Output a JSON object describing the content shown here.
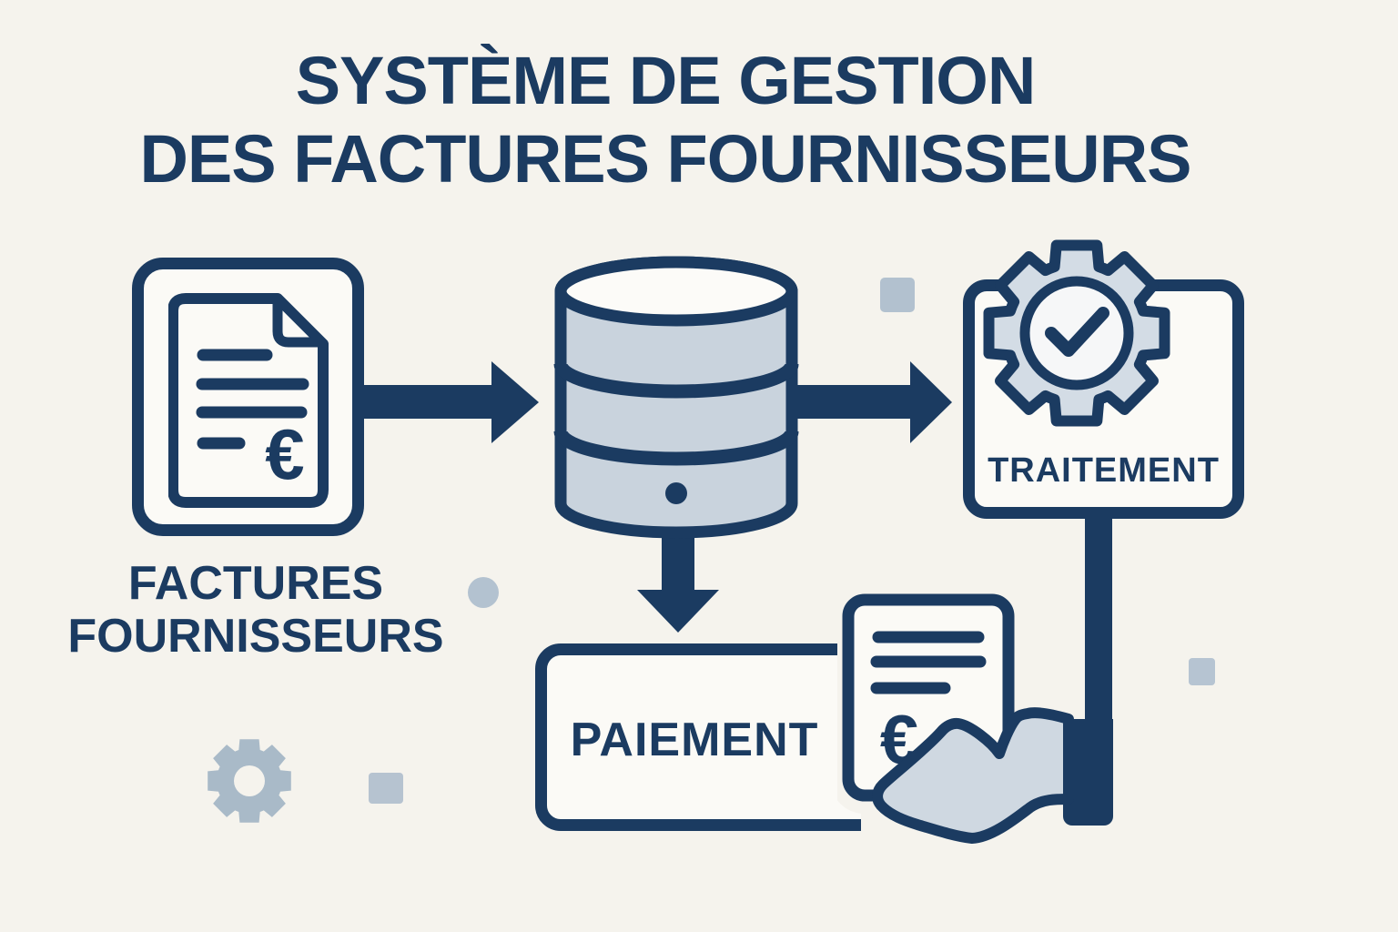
{
  "title": {
    "line1": "SYSTÈME DE GESTION",
    "line2": "DES FACTURES FOURNISSEURS"
  },
  "nodes": {
    "invoices": {
      "label_line1": "FACTURES",
      "label_line2": "FOURNISSEURS",
      "icon": "invoice-document-icon"
    },
    "database": {
      "icon": "database-icon"
    },
    "processing": {
      "label": "TRAITEMENT",
      "icon": "gear-checkmark-icon"
    },
    "payment": {
      "label": "PAIEMENT",
      "icon": "hand-giving-invoice-icon"
    }
  },
  "flow": [
    {
      "from": "factures-fournisseurs",
      "to": "base-de-donnees"
    },
    {
      "from": "base-de-donnees",
      "to": "traitement"
    },
    {
      "from": "base-de-donnees",
      "to": "paiement"
    },
    {
      "from": "traitement",
      "to": "remise-facture-en-main"
    }
  ],
  "glyphs": {
    "euro": "€"
  },
  "colors": {
    "navy": "#1b3b61",
    "database_fill": "#c9d3dd",
    "gear_fill": "#d3dce5",
    "hand_fill": "#cfd8e1",
    "decoration_gray": "#b2c1cf",
    "background": "#f5f3ed",
    "paper": "#fbfaf6"
  },
  "decorations": [
    "square-dot",
    "square-dot",
    "square-dot",
    "circle-dot",
    "gear-silhouette"
  ]
}
